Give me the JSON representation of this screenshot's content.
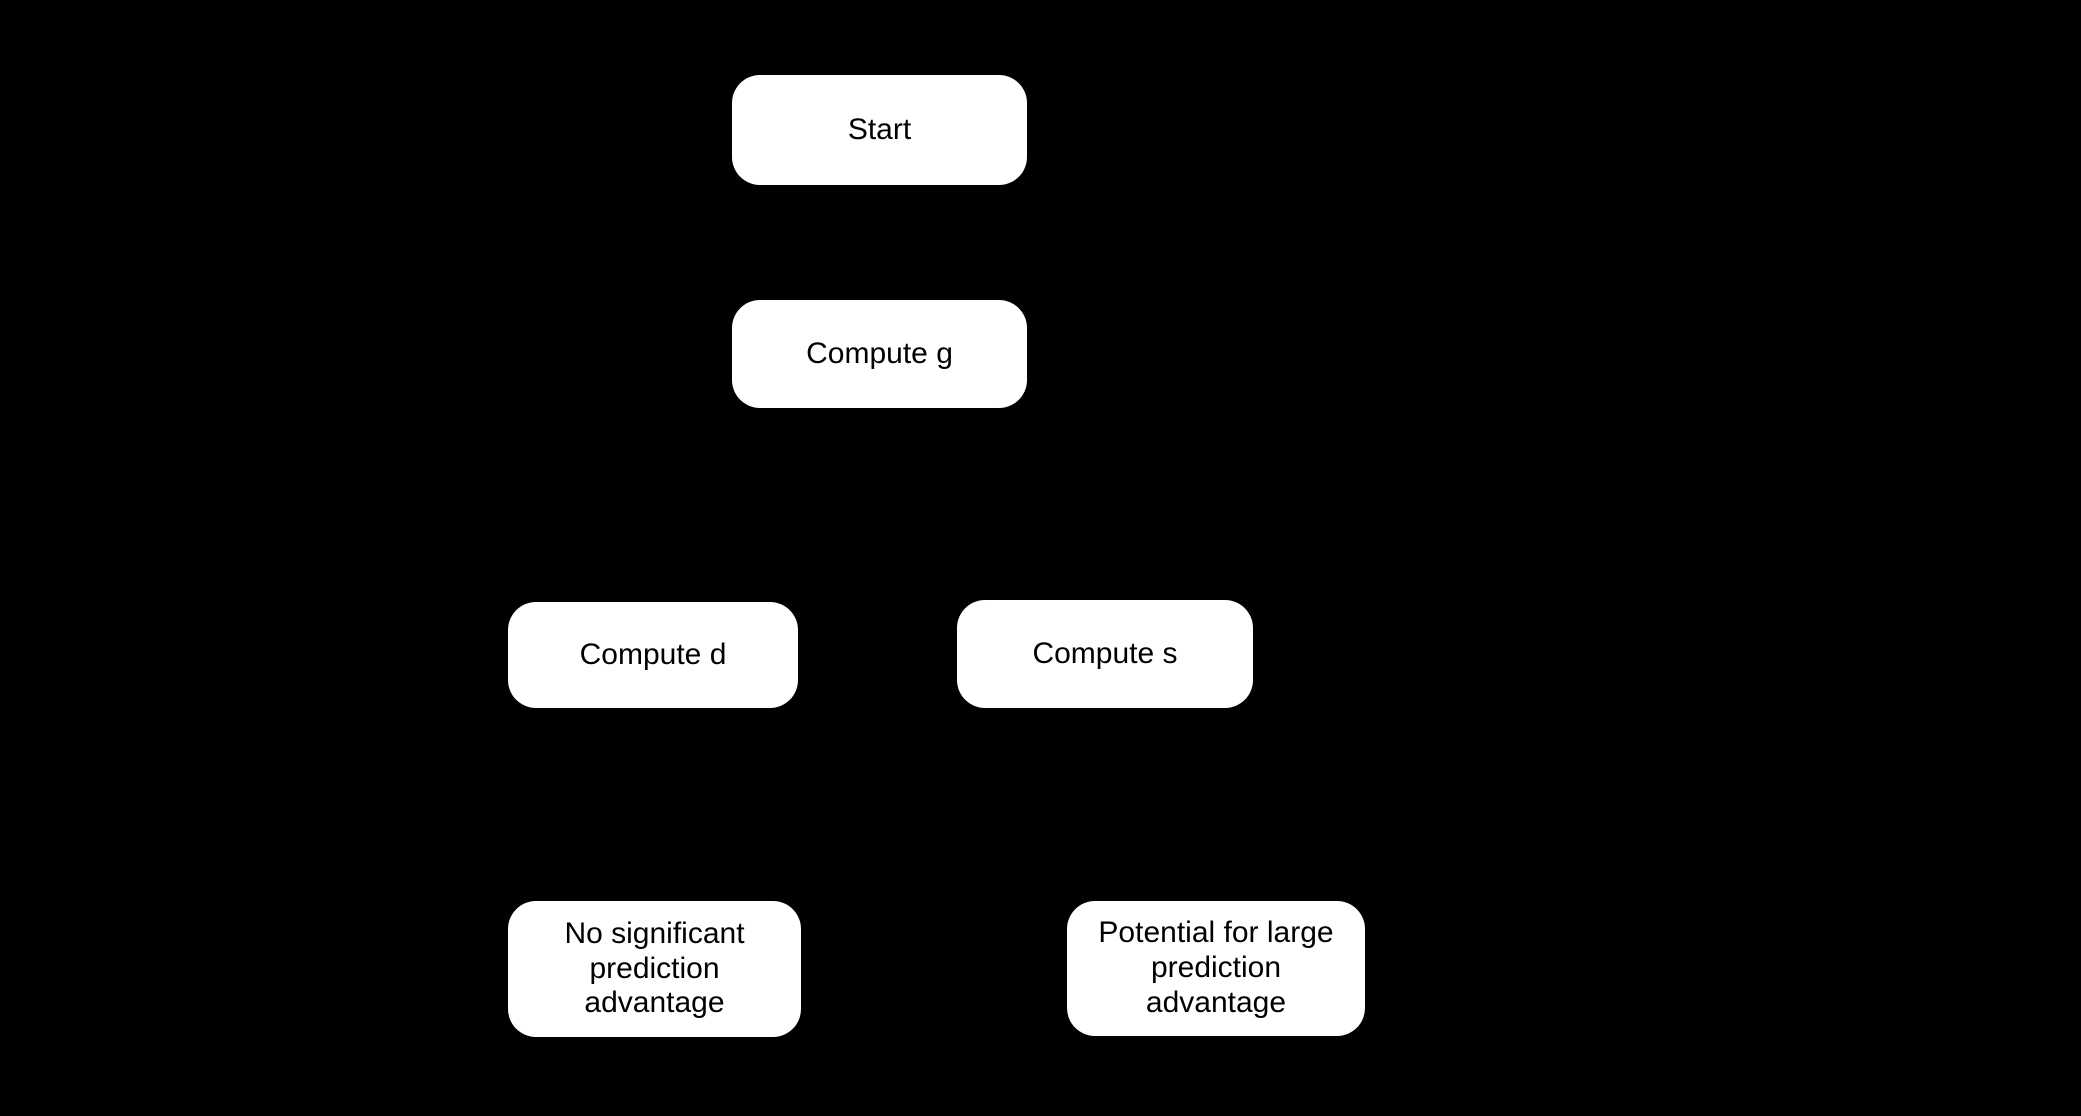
{
  "colors": {
    "background": "#000000",
    "node_fill": "#ffffff",
    "node_text": "#000000"
  },
  "diagram": {
    "type": "flowchart",
    "nodes": {
      "start": {
        "label": "Start"
      },
      "compute_g": {
        "label": "Compute g"
      },
      "compute_d": {
        "label": "Compute d"
      },
      "compute_s": {
        "label": "Compute s"
      },
      "no_advantage": {
        "label": "No significant\nprediction\nadvantage"
      },
      "large_advantage": {
        "label": "Potential for large\nprediction\nadvantage"
      }
    }
  }
}
